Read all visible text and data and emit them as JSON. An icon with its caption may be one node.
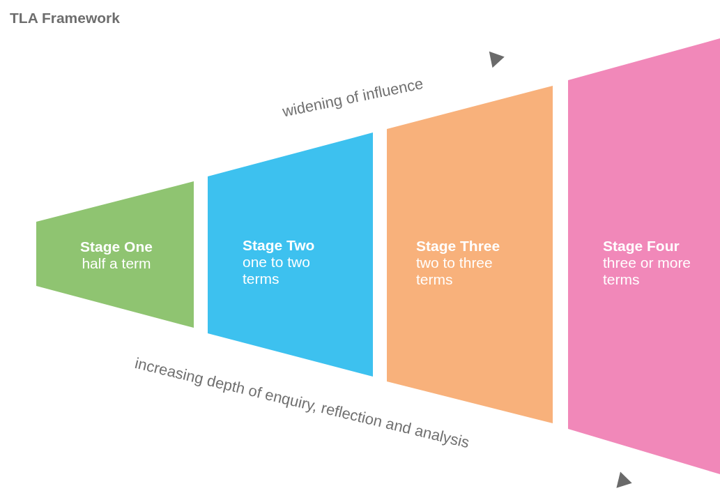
{
  "diagram": {
    "title": "TLA Framework",
    "nodes": [
      {
        "text": [
          "Stage One",
          "half a term"
        ]
      },
      {
        "text": [
          "Stage Two",
          "one to two terms"
        ]
      },
      {
        "text": [
          "Stage Three",
          "two to three terms"
        ]
      },
      {
        "text": [
          "Stage Four",
          "three or more terms"
        ]
      }
    ],
    "labels": [
      "widening of influence",
      "increasing depth of enquiry, reflection and analysis"
    ]
  }
}
